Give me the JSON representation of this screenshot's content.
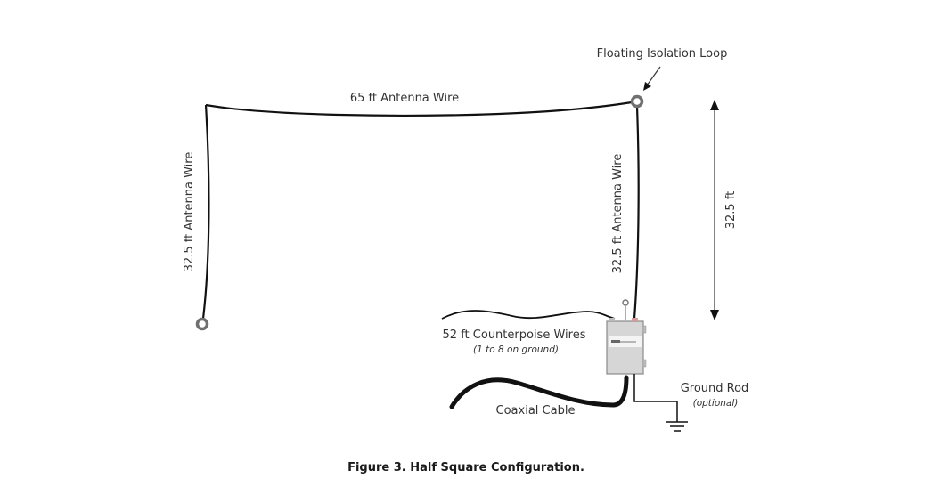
{
  "figure": {
    "caption": "Figure 3. Half Square Configuration."
  },
  "labels": {
    "top_wire": "65 ft Antenna Wire",
    "left_wire": "32.5 ft Antenna Wire",
    "right_wire": "32.5 ft Antenna Wire",
    "height_dimension": "32.5 ft",
    "isolation_loop": "Floating Isolation Loop",
    "counterpoise": "52 ft Counterpoise Wires",
    "counterpoise_note": "(1 to 8 on ground)",
    "coax": "Coaxial Cable",
    "ground_rod": "Ground Rod",
    "ground_rod_note": "(optional)"
  },
  "colors": {
    "wire": "#111111",
    "loop_ring": "#707070",
    "box_fill": "#d6d6d6",
    "box_stroke": "#8a8a8a",
    "text": "#333333"
  }
}
